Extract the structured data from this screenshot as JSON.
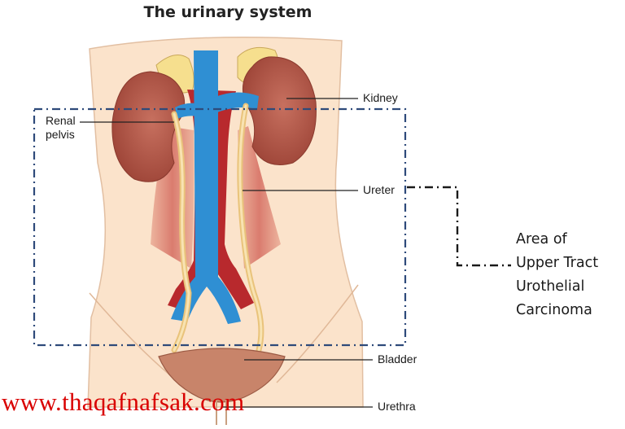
{
  "title": "The urinary system",
  "labels": {
    "renal_pelvis": [
      "Renal",
      "pelvis"
    ],
    "kidney": "Kidney",
    "ureter": "Ureter",
    "bladder": "Bladder",
    "urethra": "Urethra"
  },
  "callout": {
    "lines": [
      "Area of",
      "Upper Tract",
      "Urothelial",
      "Carcinoma"
    ]
  },
  "watermark": "www.thaqafnafsak.com",
  "colors": {
    "skin": "#fbe3cb",
    "kidney": "#b65a4c",
    "artery": "#b8292d",
    "vein": "#2f8fd3",
    "ureter": "#f1d190",
    "adrenal": "#f6df8e",
    "bladder": "#c8846a",
    "frame": "#2e4a7a",
    "watermark": "#d90000"
  }
}
